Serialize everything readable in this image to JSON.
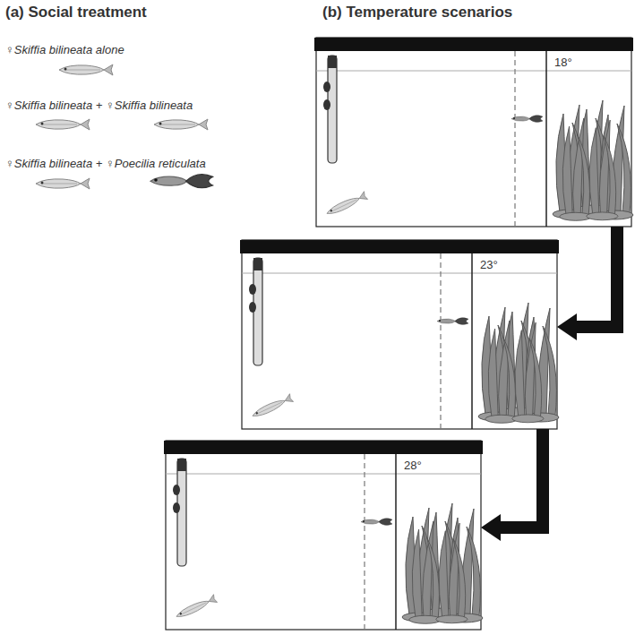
{
  "diagram": {
    "nodes": [
      {
        "text": [
          "18°"
        ]
      },
      {
        "text": [
          "23°"
        ]
      },
      {
        "text": [
          "28°"
        ]
      }
    ],
    "edges": [
      {
        "from": 0,
        "to": 1,
        "arrow": "to"
      },
      {
        "from": 1,
        "to": 2,
        "arrow": "to"
      }
    ],
    "labels": [
      "(a) Social treatment",
      "(b) Temperature scenarios",
      "♀Skiffia bilineata alone",
      "♀Skiffia bilineata + ♀Skiffia bilineata",
      "♀Skiffia bilineata + ♀Poecilia reticulata"
    ]
  }
}
